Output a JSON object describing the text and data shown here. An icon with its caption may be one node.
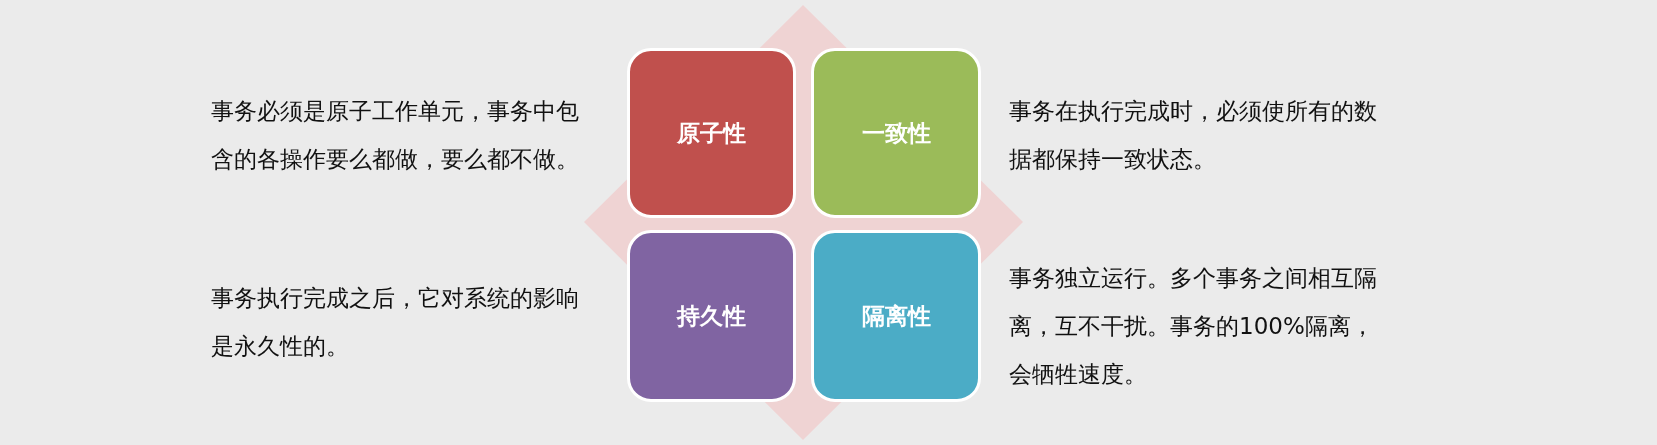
{
  "diagram": {
    "nodes": [
      {
        "text": [
          "原子性"
        ],
        "beside": [
          "事务必须是原子工作单元，事务中包含的各操作要么都做，要么都不做。"
        ]
      },
      {
        "text": [
          "一致性"
        ],
        "beside": [
          "事务在执行完成时，必须使所有的数据都保持一致状态。"
        ]
      },
      {
        "text": [
          "持久性"
        ],
        "beside": [
          "事务执行完成之后，它对系统的影响是永久性的。"
        ]
      },
      {
        "text": [
          "隔离性"
        ],
        "beside": [
          "事务独立运行。多个事务之间相互隔离，互不干扰。事务的100%隔离，会牺牲速度。"
        ]
      }
    ]
  }
}
